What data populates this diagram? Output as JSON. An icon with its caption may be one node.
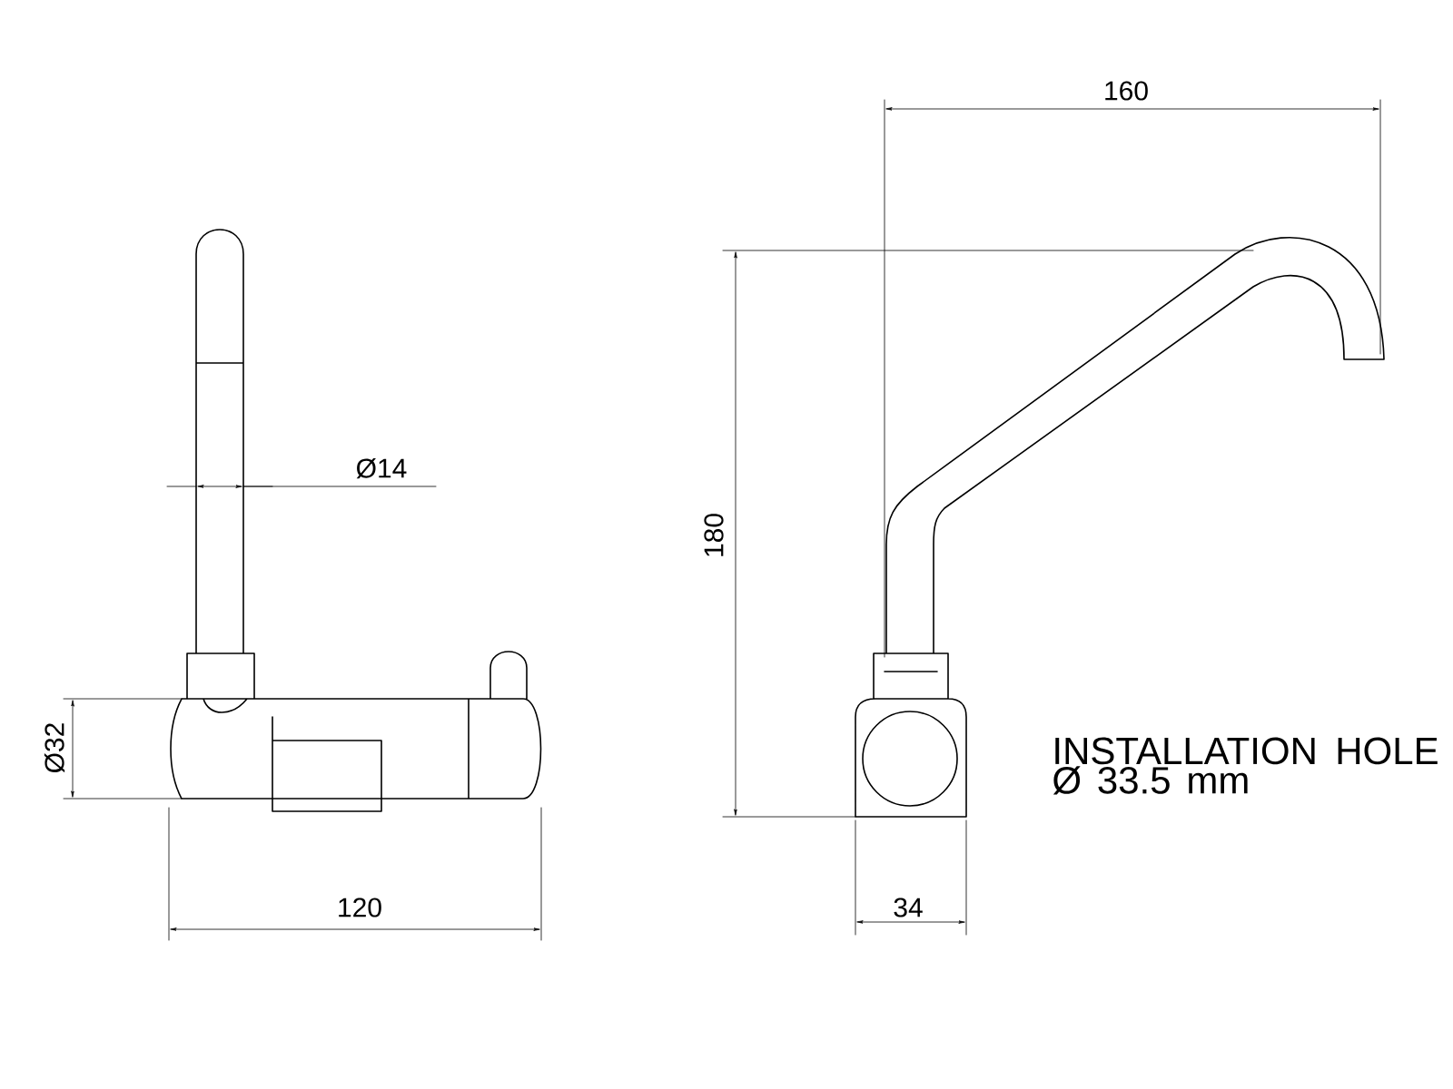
{
  "diagram": {
    "labels": [
      "160",
      "Ø14",
      "180",
      "Ø32",
      "INSTALLATION HOLE Ø 33.5 mm",
      "120",
      "34"
    ]
  }
}
